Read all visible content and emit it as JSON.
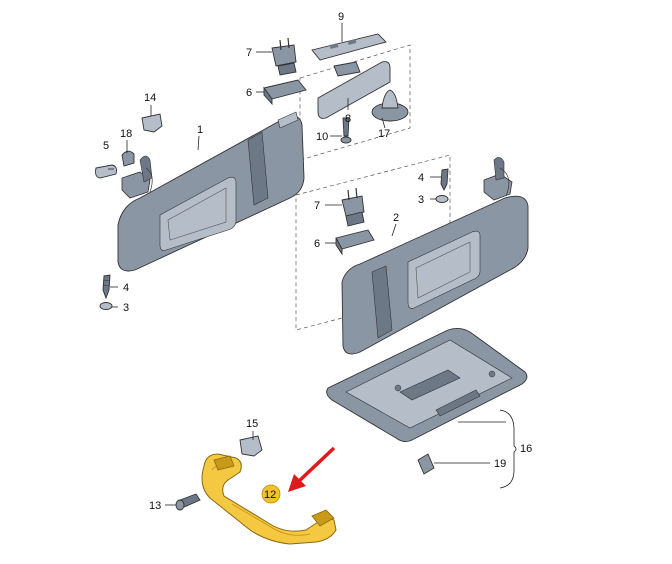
{
  "callouts": [
    {
      "id": "c1",
      "text": "1"
    },
    {
      "id": "c2",
      "text": "2"
    },
    {
      "id": "c3a",
      "text": "3"
    },
    {
      "id": "c3b",
      "text": "3"
    },
    {
      "id": "c4a",
      "text": "4"
    },
    {
      "id": "c4b",
      "text": "4"
    },
    {
      "id": "c5",
      "text": "5"
    },
    {
      "id": "c6a",
      "text": "6"
    },
    {
      "id": "c6b",
      "text": "6"
    },
    {
      "id": "c7a",
      "text": "7"
    },
    {
      "id": "c7b",
      "text": "7"
    },
    {
      "id": "c8",
      "text": "8"
    },
    {
      "id": "c9",
      "text": "9"
    },
    {
      "id": "c10",
      "text": "10"
    },
    {
      "id": "c12",
      "text": "12"
    },
    {
      "id": "c13",
      "text": "13"
    },
    {
      "id": "c14",
      "text": "14"
    },
    {
      "id": "c15a",
      "text": "15"
    },
    {
      "id": "c16",
      "text": "16"
    },
    {
      "id": "c17",
      "text": "17"
    },
    {
      "id": "c18",
      "text": "18"
    },
    {
      "id": "c19",
      "text": "19"
    }
  ],
  "colors": {
    "part_fill": "#8a96a4",
    "part_light": "#b4bdc8",
    "part_dark": "#6d7886",
    "handle_fill": "#f5c842",
    "handle_dark": "#c99a1a",
    "highlight_badge": "#f2c12e",
    "arrow": "#e0191a"
  },
  "highlight": {
    "callout": "c12",
    "arrow_icon": "red-pointer-arrow-icon"
  }
}
